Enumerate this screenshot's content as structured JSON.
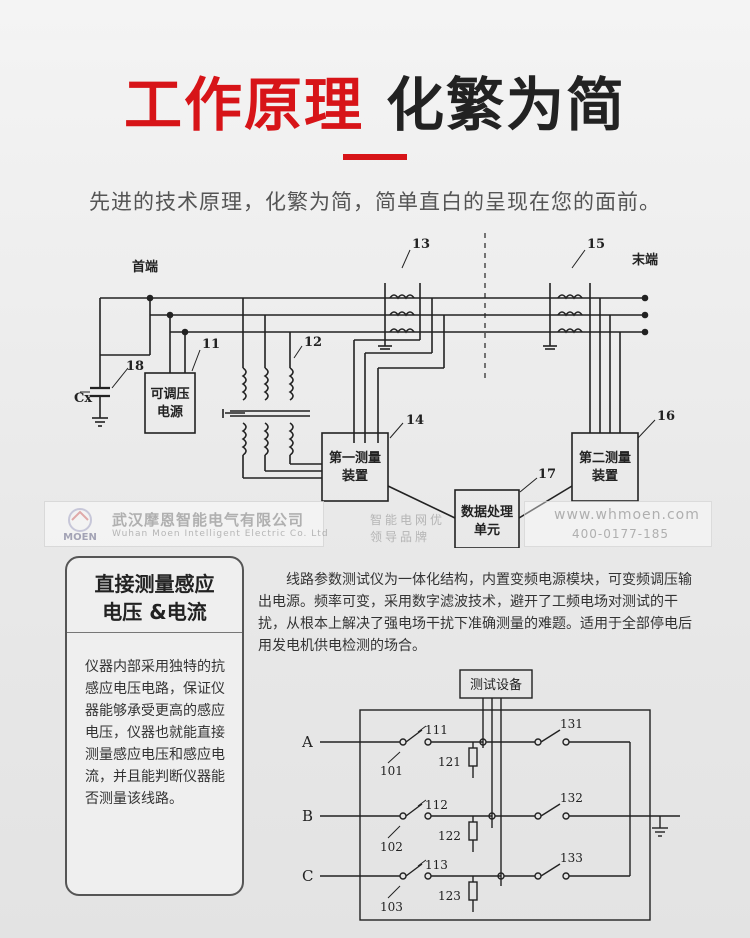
{
  "header": {
    "title_red": "工作原理",
    "title_dark": "化繁为简",
    "subtitle": "先进的技术原理，化繁为简，简单直白的呈现在您的面前。"
  },
  "circuit": {
    "start_label": "首端",
    "end_label": "末端",
    "cx_label": "Cx",
    "labels": [
      "13",
      "15",
      "12",
      "11",
      "18",
      "14",
      "16",
      "17"
    ],
    "source_label_1": "可调压",
    "source_label_2": "电源",
    "device1_line1": "第一测量",
    "device1_line2": "装置",
    "device2_line1": "第二测量",
    "device2_line2": "装置",
    "dpu_line1": "数据处理",
    "dpu_line2": "单元"
  },
  "watermark": {
    "company": "武汉摩恩智能电气有限公司",
    "company_en": "Wuhan Moen Intelligent Electric Co. Ltd",
    "logo": "MOEN",
    "slogan_1": "智能电网优",
    "slogan_2": "领导品牌",
    "url": "www.whmoen.com",
    "tel": "400-0177-185"
  },
  "card": {
    "title_1": "直接测量感应",
    "title_2": "电压 &电流",
    "body": "仪器内部采用独特的抗感应电压电路，保证仪器能够承受更高的感应电压，仪器也就能直接测量感应电压和感应电流，并且能判断仪器能否测量该线路。"
  },
  "description": "线路参数测试仪为一体化结构，内置变频电源模块，可变频调压输出电源。频率可变，采用数字滤波技术，避开了工频电场对测试的干扰，从根本上解决了强电场干扰下准确测量的难题。适用于全部停电后用发电机供电检测的场合。",
  "abc": {
    "device": "测试设备",
    "phases": [
      "A",
      "B",
      "C"
    ],
    "switch_labels": [
      "111",
      "112",
      "113",
      "131",
      "132",
      "133"
    ],
    "lower_labels": [
      "101",
      "102",
      "103",
      "121",
      "122",
      "123"
    ]
  },
  "colors": {
    "accent_red": "#d71418",
    "title_dark": "#222222"
  }
}
